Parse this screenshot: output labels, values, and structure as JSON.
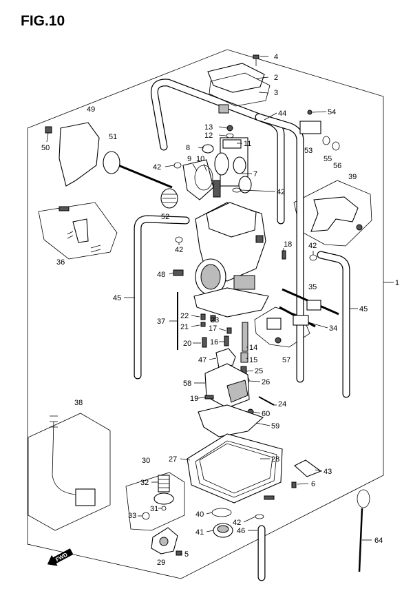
{
  "figure": {
    "title": "FIG.10",
    "fwd_label": "FWD"
  },
  "callouts": [
    {
      "id": "c1",
      "label": "1"
    },
    {
      "id": "c2",
      "label": "2"
    },
    {
      "id": "c3",
      "label": "3"
    },
    {
      "id": "c4",
      "label": "4"
    },
    {
      "id": "c5",
      "label": "5"
    },
    {
      "id": "c6",
      "label": "6"
    },
    {
      "id": "c7",
      "label": "7"
    },
    {
      "id": "c8",
      "label": "8"
    },
    {
      "id": "c9",
      "label": "9"
    },
    {
      "id": "c10",
      "label": "10"
    },
    {
      "id": "c11",
      "label": "11"
    },
    {
      "id": "c12",
      "label": "12"
    },
    {
      "id": "c13",
      "label": "13"
    },
    {
      "id": "c14",
      "label": "14"
    },
    {
      "id": "c15",
      "label": "15"
    },
    {
      "id": "c16",
      "label": "16"
    },
    {
      "id": "c17",
      "label": "17"
    },
    {
      "id": "c18",
      "label": "18"
    },
    {
      "id": "c19",
      "label": "19"
    },
    {
      "id": "c20",
      "label": "20"
    },
    {
      "id": "c21",
      "label": "21"
    },
    {
      "id": "c22",
      "label": "22"
    },
    {
      "id": "c23",
      "label": "23"
    },
    {
      "id": "c24",
      "label": "24"
    },
    {
      "id": "c25",
      "label": "25"
    },
    {
      "id": "c26",
      "label": "26"
    },
    {
      "id": "c27",
      "label": "27"
    },
    {
      "id": "c28",
      "label": "28"
    },
    {
      "id": "c29",
      "label": "29"
    },
    {
      "id": "c30",
      "label": "30"
    },
    {
      "id": "c31",
      "label": "31"
    },
    {
      "id": "c32",
      "label": "32"
    },
    {
      "id": "c33",
      "label": "33"
    },
    {
      "id": "c34",
      "label": "34"
    },
    {
      "id": "c35",
      "label": "35"
    },
    {
      "id": "c36",
      "label": "36"
    },
    {
      "id": "c37",
      "label": "37"
    },
    {
      "id": "c38",
      "label": "38"
    },
    {
      "id": "c39",
      "label": "39"
    },
    {
      "id": "c40",
      "label": "40"
    },
    {
      "id": "c41",
      "label": "41"
    },
    {
      "id": "c42a",
      "label": "42"
    },
    {
      "id": "c42b",
      "label": "42"
    },
    {
      "id": "c42c",
      "label": "42"
    },
    {
      "id": "c42d",
      "label": "42"
    },
    {
      "id": "c42e",
      "label": "42"
    },
    {
      "id": "c43",
      "label": "43"
    },
    {
      "id": "c44",
      "label": "44"
    },
    {
      "id": "c45a",
      "label": "45"
    },
    {
      "id": "c45b",
      "label": "45"
    },
    {
      "id": "c46",
      "label": "46"
    },
    {
      "id": "c47",
      "label": "47"
    },
    {
      "id": "c48",
      "label": "48"
    },
    {
      "id": "c49",
      "label": "49"
    },
    {
      "id": "c50",
      "label": "50"
    },
    {
      "id": "c51",
      "label": "51"
    },
    {
      "id": "c52",
      "label": "52"
    },
    {
      "id": "c53",
      "label": "53"
    },
    {
      "id": "c54",
      "label": "54"
    },
    {
      "id": "c55",
      "label": "55"
    },
    {
      "id": "c56",
      "label": "56"
    },
    {
      "id": "c57",
      "label": "57"
    },
    {
      "id": "c58",
      "label": "58"
    },
    {
      "id": "c59",
      "label": "59"
    },
    {
      "id": "c60",
      "label": "60"
    },
    {
      "id": "c64",
      "label": "64"
    }
  ]
}
